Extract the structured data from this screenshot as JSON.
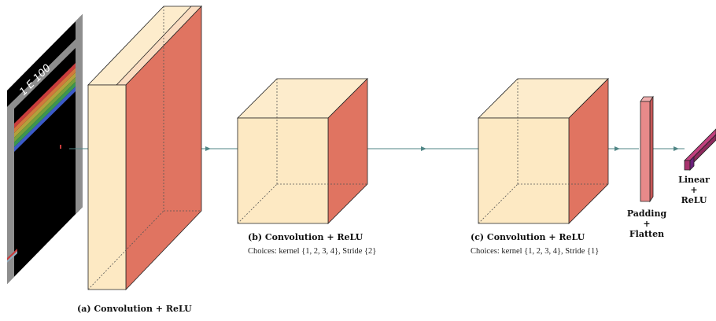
{
  "game": {
    "score_text": "1 E 100",
    "colors": [
      "#c83c3c",
      "#d2783c",
      "#b4a03c",
      "#78a03c",
      "#3c9650",
      "#3c5ac8"
    ]
  },
  "layers": [
    {
      "caption": "(a) Convolution + ReLU",
      "choices": ""
    },
    {
      "caption": "(b) Convolution + ReLU",
      "choices": "Choices: kernel {1, 2, 3, 4}, Stride {2}"
    },
    {
      "caption": "(c) Convolution + ReLU",
      "choices": "Choices: kernel {1, 2, 3, 4}, Stride {1}"
    }
  ],
  "flatten": {
    "line1": "Padding",
    "plus": "+",
    "line2": "Flatten"
  },
  "linear": {
    "line1": "Linear",
    "plus": "+",
    "line2": "ReLU"
  },
  "colors": {
    "front": "#fde9c3",
    "side": "#e07461",
    "top": "#fdeccc",
    "arrow": "#4f8585",
    "flatten": "#e88a8a",
    "linear": "#a8336e"
  }
}
